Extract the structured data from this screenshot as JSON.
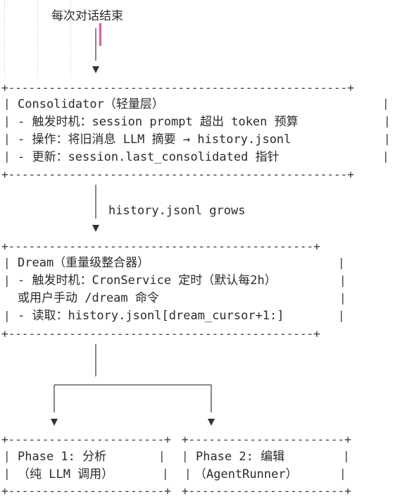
{
  "start_label": "每次对话结束",
  "border": "+--------------------------------------------------+",
  "border2": "+---------------------------------------------+",
  "border3": "+-----------------------+",
  "consolidator": {
    "title": "Consolidator（轻量层）",
    "line1": "- 触发时机：session prompt 超出 token 预算",
    "line2": "- 操作：将旧消息 LLM 摘要 → history.jsonl",
    "line3": "- 更新：session.last_consolidated 指针"
  },
  "edge_label": "history.jsonl grows",
  "dream": {
    "title": "Dream（重量级整合器）",
    "line1": "- 触发时机：CronService 定时（默认每2h）",
    "line2": "或用户手动 /dream 命令",
    "line3": "- 读取：history.jsonl[dream_cursor+1:]"
  },
  "phase1": {
    "line1": "Phase 1: 分析",
    "line2": "（纯 LLM 调用）"
  },
  "phase2": {
    "line1": "Phase 2: 编辑",
    "line2": "（AgentRunner）"
  }
}
